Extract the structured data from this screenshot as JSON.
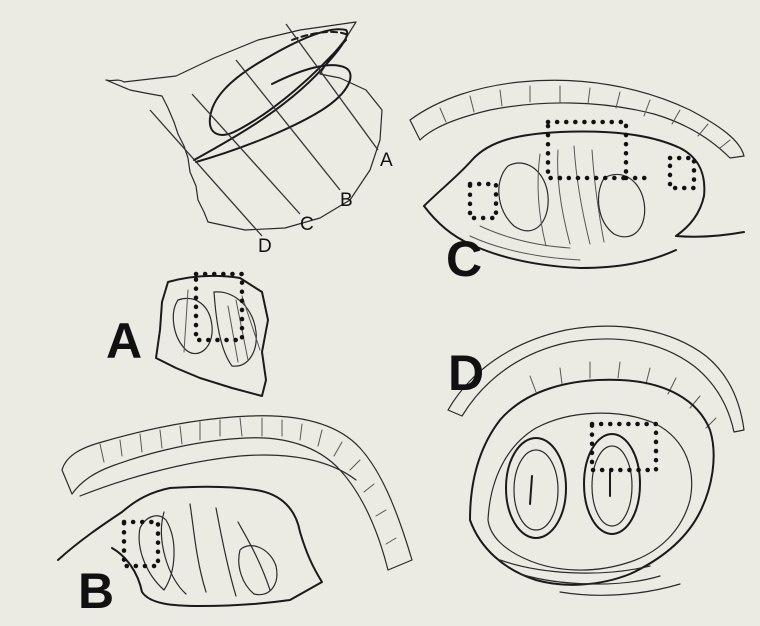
{
  "labels": {
    "panel_a": "A",
    "panel_b": "B",
    "panel_c": "C",
    "panel_d": "D"
  },
  "key_labels": {
    "a": "A",
    "b": "B",
    "c": "C",
    "d": "D"
  },
  "colors": {
    "paper": "#ebebe4",
    "ink": "#1a1a1a"
  }
}
